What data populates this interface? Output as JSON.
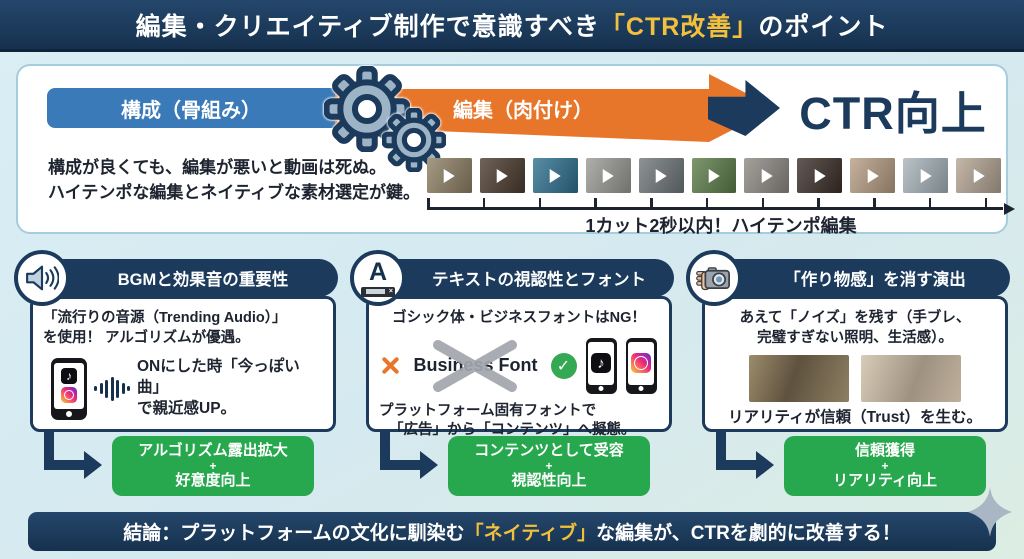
{
  "colors": {
    "navy": "#1b3a5c",
    "navy-dark": "#16314e",
    "blue": "#3a7ab8",
    "orange": "#e8762a",
    "yellow": "#f2c03c",
    "green": "#28a84e",
    "ink": "#1d2430"
  },
  "title_bar": {
    "prefix": "編集・クリエイティブ制作で意識すべき",
    "highlight": "「CTR改善」",
    "suffix": "のポイント"
  },
  "flow": {
    "step1_label": "構成（骨組み）",
    "step2_label": "編集（肉付け）",
    "result_label": "CTR向上",
    "caption_line1": "構成が良くても、編集が悪いと動画は死ぬ。",
    "caption_line2": "ハイテンポな編集とネイティブな素材選定が鍵。",
    "timeline_label": "1カット2秒以内！ハイテンポ編集",
    "thumbnails": [
      "#8f8165",
      "#4d3c30",
      "#2f7291",
      "#9b9b97",
      "#71787a",
      "#5e7e4b",
      "#8f8b84",
      "#3d302a",
      "#b89f85",
      "#a9b5bb",
      "#b5a695"
    ]
  },
  "columns": [
    {
      "title": "BGMと効果音の重要性",
      "text1": "「流行りの音源（Trending Audio）」",
      "text2": "を使用！ アルゴリズムが優遇。",
      "note1": "ONにした時「今っぽい曲」",
      "note2": "で親近感UP。",
      "tiktok_glyph": "♪",
      "result1": "アルゴリズム露出拡大",
      "result_plus": "+",
      "result2": "好意度向上"
    },
    {
      "title": "テキストの視認性とフォント",
      "icon_letter": "A",
      "text1": "ゴシック体・ビジネスフォントはNG！",
      "ng_font_label": "Business Font",
      "check_glyph": "✓",
      "tiktok_glyph": "♪",
      "text2": "プラットフォーム固有フォントで",
      "text3": "「広告」から「コンテンツ」へ擬態。",
      "result1": "コンテンツとして受容",
      "result_plus": "+",
      "result2": "視認性向上"
    },
    {
      "title": "「作り物感」を消す演出",
      "text1": "あえて「ノイズ」を残す（手ブレ、",
      "text2": "完璧すぎない照明、生活感）。",
      "text3": "リアリティが信頼（Trust）を生む。",
      "result1": "信頼獲得",
      "result_plus": "+",
      "result2": "リアリティ向上"
    }
  ],
  "footer": {
    "prefix": "結論：プラットフォームの文化に馴染む",
    "highlight": "「ネイティブ」",
    "suffix": "な編集が、CTRを劇的に改善する！"
  }
}
